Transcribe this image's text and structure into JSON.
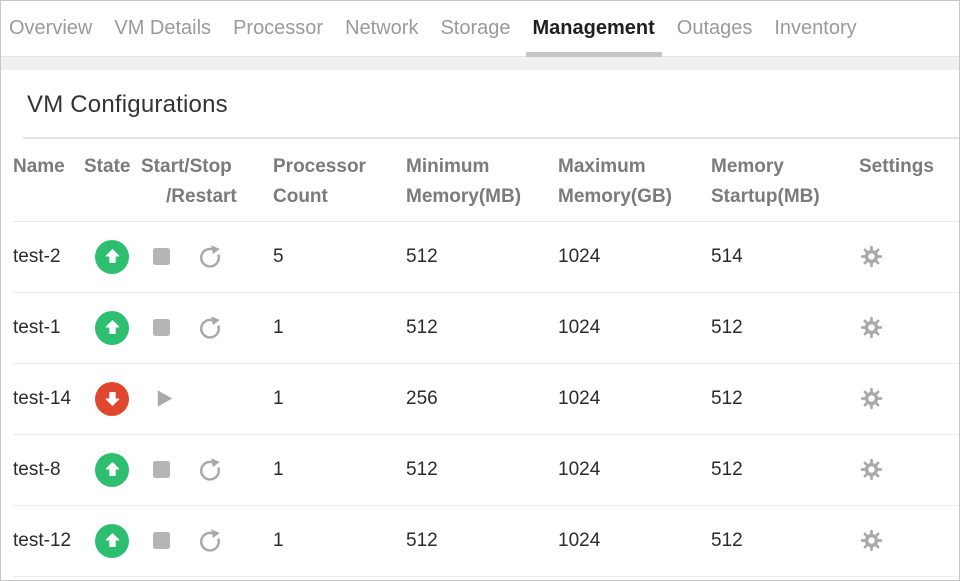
{
  "tab_bar": {
    "tabs": [
      {
        "label": "Overview",
        "active": false
      },
      {
        "label": "VM Details",
        "active": false
      },
      {
        "label": "Processor",
        "active": false
      },
      {
        "label": "Network",
        "active": false
      },
      {
        "label": "Storage",
        "active": false
      },
      {
        "label": "Management",
        "active": true
      },
      {
        "label": "Outages",
        "active": false
      },
      {
        "label": "Inventory",
        "active": false
      }
    ]
  },
  "page": {
    "title": "VM Configurations"
  },
  "table": {
    "headers": [
      "Name",
      "State",
      "Start/Stop /Restart",
      "Processor Count",
      "Minimum Memory(MB)",
      "Maximum Memory(GB)",
      "Memory Startup(MB)",
      "Settings"
    ],
    "rows": [
      {
        "name": "test-2",
        "state": "running",
        "actions": [
          "stop",
          "restart"
        ],
        "processor_count": "5",
        "min_memory_mb": "512",
        "max_memory_gb": "1024",
        "memory_startup_mb": "514",
        "settings": "gear"
      },
      {
        "name": "test-1",
        "state": "running",
        "actions": [
          "stop",
          "restart"
        ],
        "processor_count": "1",
        "min_memory_mb": "512",
        "max_memory_gb": "1024",
        "memory_startup_mb": "512",
        "settings": "gear"
      },
      {
        "name": "test-14",
        "state": "stopped",
        "actions": [
          "start"
        ],
        "processor_count": "1",
        "min_memory_mb": "256",
        "max_memory_gb": "1024",
        "memory_startup_mb": "512",
        "settings": "gear"
      },
      {
        "name": "test-8",
        "state": "running",
        "actions": [
          "stop",
          "restart"
        ],
        "processor_count": "1",
        "min_memory_mb": "512",
        "max_memory_gb": "1024",
        "memory_startup_mb": "512",
        "settings": "gear"
      },
      {
        "name": "test-12",
        "state": "running",
        "actions": [
          "stop",
          "restart"
        ],
        "processor_count": "1",
        "min_memory_mb": "512",
        "max_memory_gb": "1024",
        "memory_startup_mb": "512",
        "settings": "gear"
      }
    ]
  },
  "icons": {
    "state_running": "green circle with white up arrow",
    "state_stopped": "red circle with white down arrow",
    "stop": "gray square",
    "restart": "gray circular arrow",
    "start": "gray play triangle",
    "settings": "gray gear"
  },
  "colors": {
    "state_up": "#2dbe70",
    "state_down": "#e0472e",
    "icon_gray": "#a9a9a9",
    "stop_gray": "#b5b5b5",
    "header_text": "#7b7b7b",
    "cell_text": "#2b2b2b",
    "tab_inactive": "#9a9a9a",
    "tab_active": "#1f1f1f",
    "active_tab_underline": "#c5c5c5"
  }
}
